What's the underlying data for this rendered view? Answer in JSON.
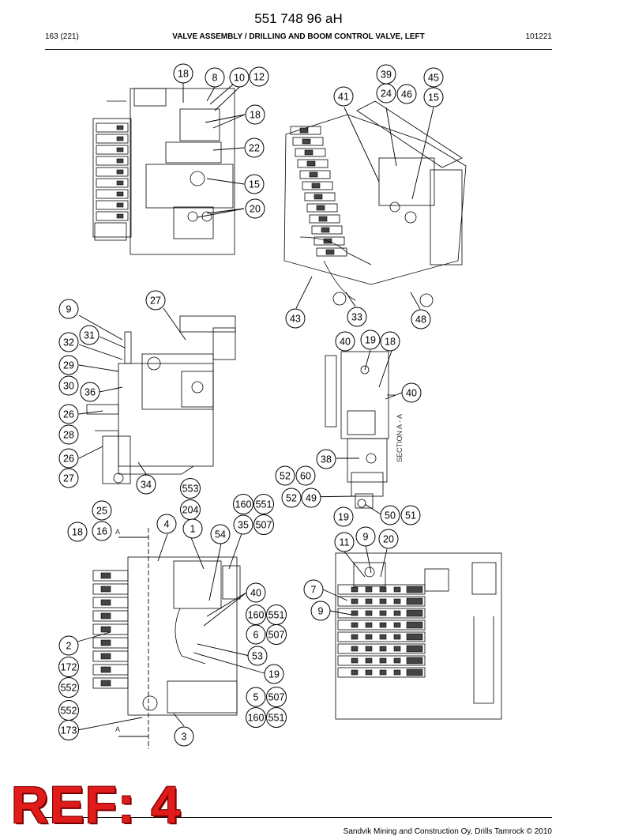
{
  "header": {
    "document_number": "551 748 96 aH",
    "page_ref": "163 (221)",
    "title": "VALVE ASSEMBLY / DRILLING AND BOOM CONTROL VALVE, LEFT",
    "code": "101221"
  },
  "footer": {
    "copyright": "Sandvik Mining and Construction Oy, Drills Tamrock © 2010",
    "ref_stamp": "REF: 4"
  },
  "drawing": {
    "section_label_1": "SECTION A - A",
    "section_label_2": "A",
    "callouts": [
      {
        "id": "c1",
        "label": "18"
      },
      {
        "id": "c2",
        "label": "8"
      },
      {
        "id": "c3",
        "label": "10"
      },
      {
        "id": "c4",
        "label": "12"
      },
      {
        "id": "c5",
        "label": "18"
      },
      {
        "id": "c6",
        "label": "22"
      },
      {
        "id": "c7",
        "label": "15"
      },
      {
        "id": "c8",
        "label": "20"
      },
      {
        "id": "c9",
        "label": "39"
      },
      {
        "id": "c10",
        "label": "45"
      },
      {
        "id": "c11",
        "label": "41"
      },
      {
        "id": "c12",
        "label": "24"
      },
      {
        "id": "c13",
        "label": "46"
      },
      {
        "id": "c14",
        "label": "15"
      },
      {
        "id": "c15",
        "label": "43"
      },
      {
        "id": "c16",
        "label": "33"
      },
      {
        "id": "c17",
        "label": "48"
      },
      {
        "id": "c18",
        "label": "27"
      },
      {
        "id": "c19",
        "label": "9"
      },
      {
        "id": "c20",
        "label": "31"
      },
      {
        "id": "c21",
        "label": "32"
      },
      {
        "id": "c22",
        "label": "29"
      },
      {
        "id": "c23",
        "label": "30"
      },
      {
        "id": "c24",
        "label": "36"
      },
      {
        "id": "c25",
        "label": "26"
      },
      {
        "id": "c26",
        "label": "28"
      },
      {
        "id": "c27",
        "label": "26"
      },
      {
        "id": "c28",
        "label": "27"
      },
      {
        "id": "c29",
        "label": "34"
      },
      {
        "id": "c30",
        "label": "40"
      },
      {
        "id": "c31",
        "label": "19"
      },
      {
        "id": "c32",
        "label": "18"
      },
      {
        "id": "c33",
        "label": "40"
      },
      {
        "id": "c34",
        "label": "38"
      },
      {
        "id": "c35",
        "label": "52"
      },
      {
        "id": "c36",
        "label": "60"
      },
      {
        "id": "c37",
        "label": "52"
      },
      {
        "id": "c38",
        "label": "49"
      },
      {
        "id": "c39",
        "label": "19"
      },
      {
        "id": "c40",
        "label": "50"
      },
      {
        "id": "c41",
        "label": "51"
      },
      {
        "id": "c42",
        "label": "553"
      },
      {
        "id": "c43",
        "label": "204"
      },
      {
        "id": "c44",
        "label": "25"
      },
      {
        "id": "c45",
        "label": "4"
      },
      {
        "id": "c46",
        "label": "1"
      },
      {
        "id": "c47",
        "label": "160"
      },
      {
        "id": "c48",
        "label": "551"
      },
      {
        "id": "c49",
        "label": "35"
      },
      {
        "id": "c50",
        "label": "507"
      },
      {
        "id": "c51",
        "label": "18"
      },
      {
        "id": "c52",
        "label": "16"
      },
      {
        "id": "c53",
        "label": "54"
      },
      {
        "id": "c54",
        "label": "40"
      },
      {
        "id": "c55",
        "label": "160"
      },
      {
        "id": "c56",
        "label": "551"
      },
      {
        "id": "c57",
        "label": "6"
      },
      {
        "id": "c58",
        "label": "507"
      },
      {
        "id": "c59",
        "label": "53"
      },
      {
        "id": "c60",
        "label": "19"
      },
      {
        "id": "c61",
        "label": "5"
      },
      {
        "id": "c62",
        "label": "507"
      },
      {
        "id": "c63",
        "label": "160"
      },
      {
        "id": "c64",
        "label": "551"
      },
      {
        "id": "c65",
        "label": "2"
      },
      {
        "id": "c66",
        "label": "172"
      },
      {
        "id": "c67",
        "label": "552"
      },
      {
        "id": "c68",
        "label": "552"
      },
      {
        "id": "c69",
        "label": "173"
      },
      {
        "id": "c70",
        "label": "3"
      },
      {
        "id": "c71",
        "label": "11"
      },
      {
        "id": "c72",
        "label": "9"
      },
      {
        "id": "c73",
        "label": "20"
      },
      {
        "id": "c74",
        "label": "7"
      },
      {
        "id": "c75",
        "label": "9"
      }
    ]
  }
}
